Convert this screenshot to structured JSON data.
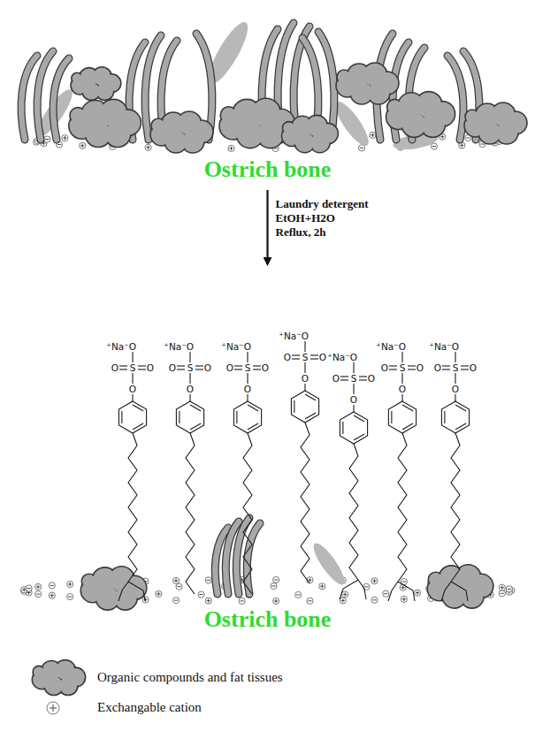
{
  "diagram": {
    "nodes": [
      {
        "text": [
          "Ostrich bone"
        ]
      },
      {
        "text": [
          "Ostrich bone"
        ]
      }
    ],
    "edges": [
      {
        "from": 0,
        "to": 1,
        "arrow": "to",
        "label": "Laundry detergent"
      }
    ],
    "labels": [
      "EtOH+H2O",
      "Reflux, 2h",
      "⁺Na⁻O",
      "O",
      "S",
      "O",
      "O",
      "⁺Na⁻O",
      "O",
      "S",
      "O",
      "O",
      "⁺Na⁻O",
      "O",
      "S",
      "O",
      "O",
      "⁺Na⁻O",
      "O",
      "S",
      "O",
      "O",
      "⁺Na⁻O",
      "O",
      "S",
      "O",
      "O",
      "⁺Na⁻O",
      "O",
      "S",
      "O",
      "O",
      "⁺Na⁻O",
      "O",
      "S",
      "O",
      "O"
    ],
    "legend": [
      {
        "text": "Organic compounds and fat tissues"
      },
      {
        "text": "Exchangable cation"
      }
    ]
  }
}
